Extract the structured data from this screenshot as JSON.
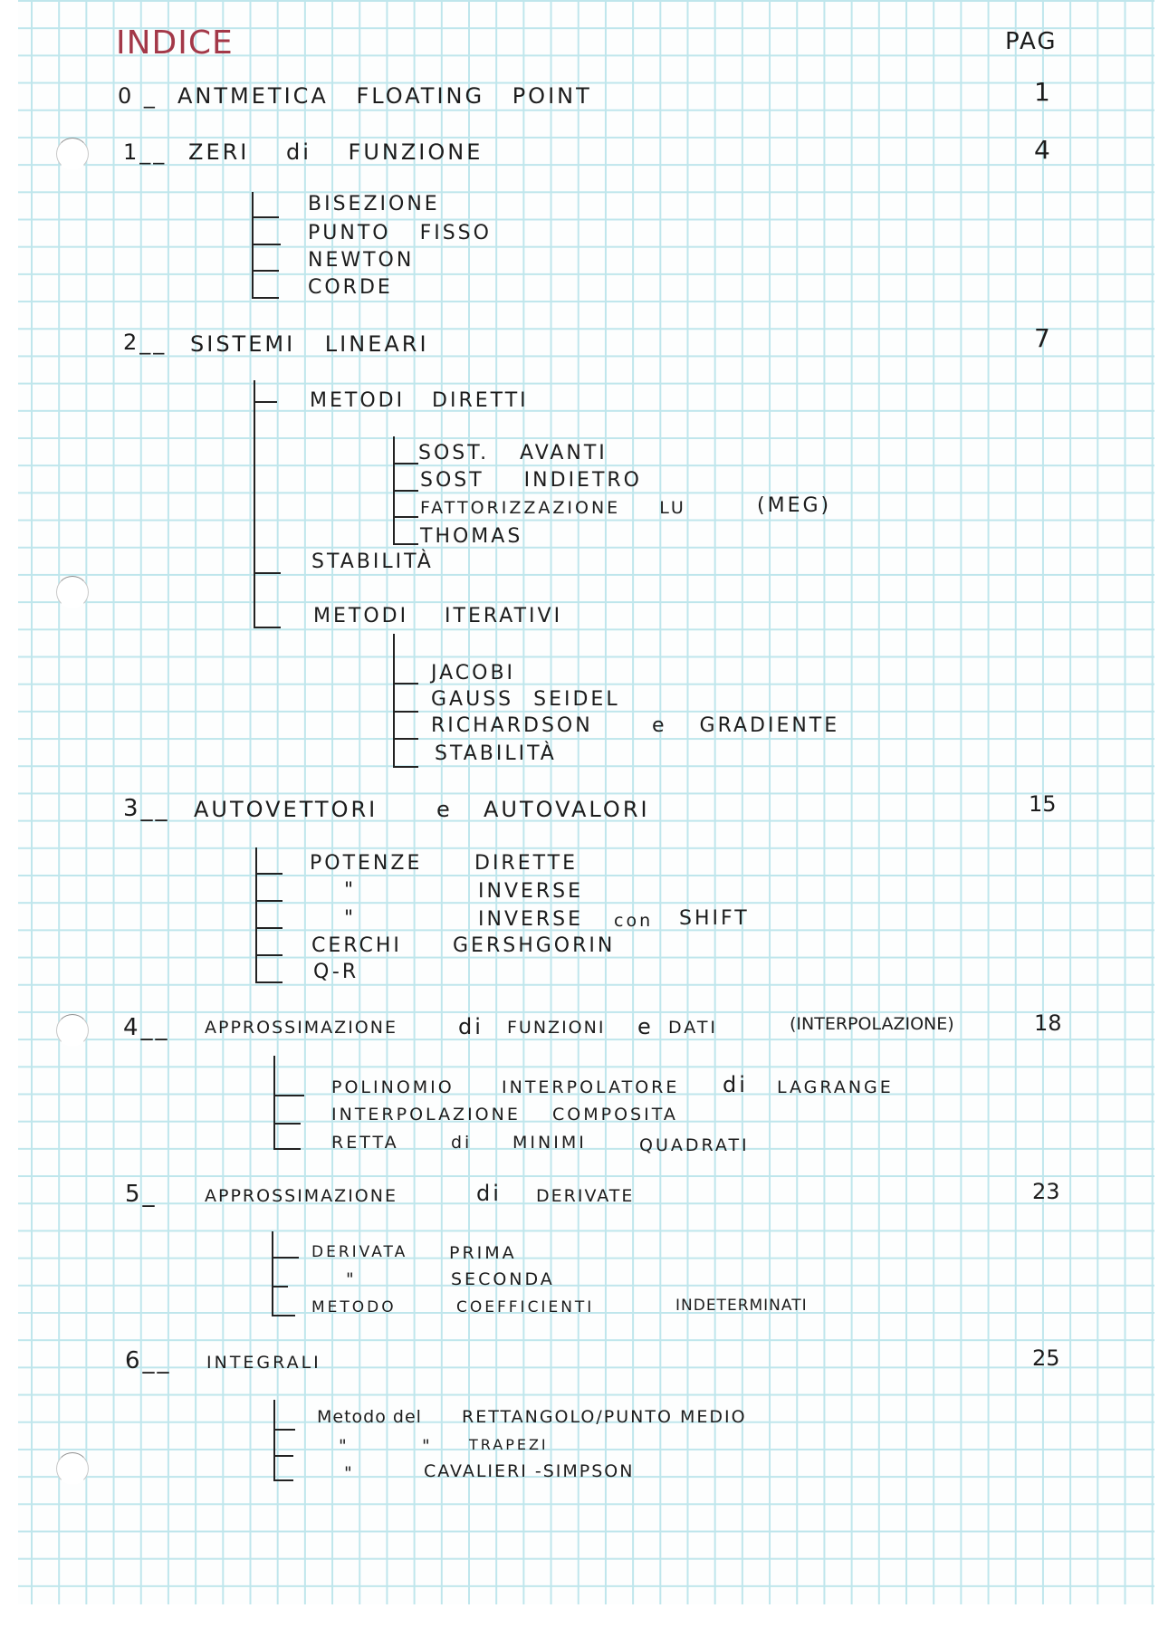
{
  "header": {
    "title": "INDICE",
    "page_column_label": "PAG"
  },
  "sections": [
    {
      "number": "0",
      "title": "ANTMETICA FLOATING POINT",
      "page": "1",
      "items": []
    },
    {
      "number": "1",
      "title": "ZERI di FUNZIONE",
      "page": "4",
      "items": [
        "BISEZIONE",
        "PUNTO FISSO",
        "NEWTON",
        "CORDE"
      ]
    },
    {
      "number": "2",
      "title": "SISTEMI LINEARI",
      "page": "7",
      "items": [
        {
          "label": "METODI DIRETTI",
          "children": [
            "SOST. AVANTI",
            "SOST INDIETRO",
            "FATTORIZZAZIONE LU",
            "THOMAS"
          ],
          "note": "(MEG)"
        },
        {
          "label": "STABILITÀ"
        },
        {
          "label": "METODI ITERATIVI",
          "children": [
            "JACOBI",
            "GAUSS SEIDEL",
            "RICHARDSON",
            "STABILITÀ"
          ],
          "note": "e GRADIENTE"
        }
      ]
    },
    {
      "number": "3",
      "title": "AUTOVETTORI",
      "title_conj": "e",
      "title_2": "AUTOVALORI",
      "page": "15",
      "items": [
        {
          "left": "POTENZE",
          "right": "DIRETTE"
        },
        {
          "left": "\"",
          "right": "INVERSE"
        },
        {
          "left": "\"",
          "right": "INVERSE",
          "extra_1": "con",
          "extra_2": "SHIFT"
        },
        {
          "left": "CERCHI",
          "right": "GERSHGORIN"
        },
        {
          "left": "Q-R",
          "right": ""
        }
      ]
    },
    {
      "number": "4",
      "title": "APPROSSIMAZIONE",
      "title_di": "di",
      "title_2": "FUNZIONI",
      "title_conj": "e",
      "title_3": "DATI",
      "title_note": "(INTERPOLAZIONE)",
      "page": "18",
      "items": [
        {
          "a": "POLINOMIO",
          "b": "INTERPOLATORE",
          "c": "di",
          "d": "LAGRANGE"
        },
        {
          "a": "INTERPOLAZIONE",
          "b": "COMPOSITA"
        },
        {
          "a": "RETTA",
          "b": "di",
          "c": "MINIMI",
          "d": "QUADRATI"
        }
      ]
    },
    {
      "number": "5",
      "title": "APPROSSIMAZIONE",
      "title_di": "di",
      "title_2": "DERIVATE",
      "page": "23",
      "items": [
        {
          "a": "DERIVATA",
          "b": "PRIMA"
        },
        {
          "a": "\"",
          "b": "SECONDA"
        },
        {
          "a": "METODO",
          "b": "COEFFICIENTI",
          "c": "INDETERMINATI"
        }
      ]
    },
    {
      "number": "6",
      "title": "INTEGRALI",
      "page": "25",
      "items": [
        {
          "a": "Metodo del",
          "b": "RETTANGOLO/PUNTO MEDIO"
        },
        {
          "a": "\"",
          "b": "\"",
          "c": "TRAPEZI"
        },
        {
          "a": "\"",
          "b": "CAVALIERI -SIMPSON"
        }
      ]
    }
  ]
}
